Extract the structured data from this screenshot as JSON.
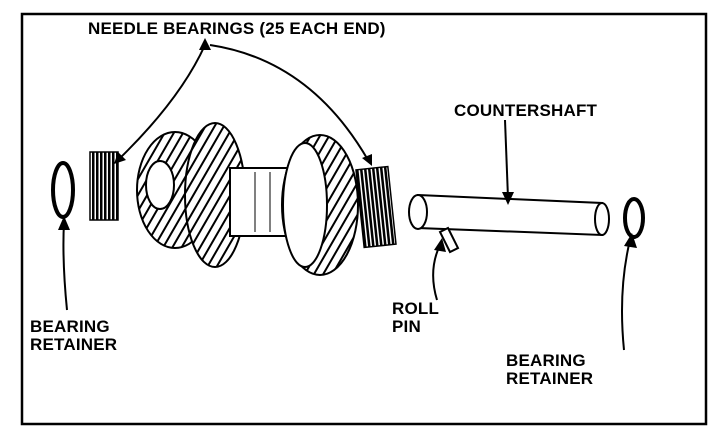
{
  "labels": {
    "needle_bearings": "NEEDLE BEARINGS (25 EACH END)",
    "countershaft": "COUNTERSHAFT",
    "roll_pin_1": "ROLL",
    "roll_pin_2": "PIN",
    "bearing_retainer_left_1": "BEARING",
    "bearing_retainer_left_2": "RETAINER",
    "bearing_retainer_right_1": "BEARING",
    "bearing_retainer_right_2": "RETAINER"
  }
}
